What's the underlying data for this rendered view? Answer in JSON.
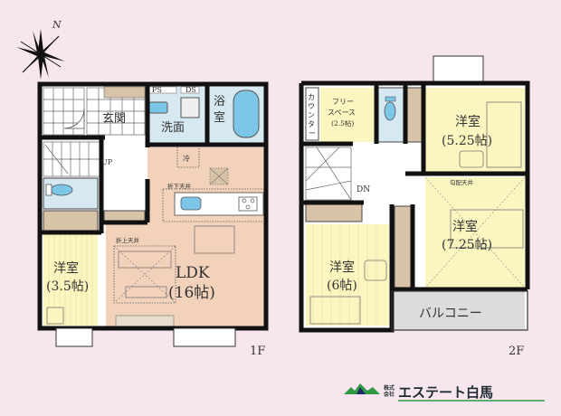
{
  "compass": {
    "label": "N"
  },
  "colors": {
    "background": "#f8e6ee",
    "wall": "#111111",
    "ldk_floor": "#f2d2bb",
    "western_room_floor": "#fbf5c0",
    "wet_area": "#d6e8f1",
    "storage": "#d9c3a8",
    "balcony": "#dcdcdc",
    "fixture_blue": "#7cc6e8",
    "logo_green": "#2e9a46",
    "logo_navy": "#1e2a66"
  },
  "floor1": {
    "tag": "1F",
    "rooms": {
      "entrance": "玄関",
      "washroom": "洗面",
      "bathroom": "浴室",
      "stairs_up": "UP",
      "fridge": "冷",
      "ceiling_down": "折下天井",
      "ceiling_up": "折上天井",
      "ldk_name": "LDK",
      "ldk_size": "(16帖)",
      "western_name": "洋室",
      "western_size": "(3.5帖)",
      "ps_label": "PS",
      "ds_label": "DS"
    }
  },
  "floor2": {
    "tag": "2F",
    "rooms": {
      "counter": "カウンター",
      "free_space_line1": "フリー",
      "free_space_line2": "スペース",
      "free_space_size": "(2.5帖)",
      "stairs_down": "DN",
      "room_a_name": "洋室",
      "room_a_size": "(5.25帖)",
      "sloped_ceiling": "勾配天井",
      "room_b_name": "洋室",
      "room_b_size": "(7.25帖)",
      "room_c_name": "洋室",
      "room_c_size": "(6帖)",
      "balcony": "バルコニー"
    }
  },
  "logo": {
    "kabushiki_line1": "株式",
    "kabushiki_line2": "会社",
    "company": "エステート白馬"
  }
}
